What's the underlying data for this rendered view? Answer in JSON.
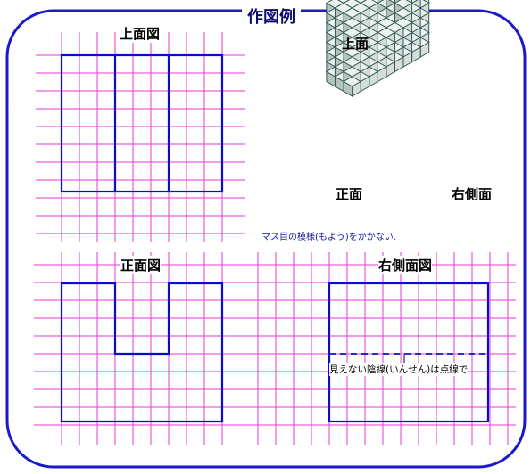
{
  "title": "作図例",
  "views": {
    "top": "上面図",
    "front": "正面図",
    "side": "右側面図"
  },
  "cube_labels": {
    "top": "上面",
    "front": "正面",
    "right_side": "右側面"
  },
  "notes": {
    "grid_note": "マス目の模様(もよう)をかかない.",
    "hidden_line_note": "見えない陰線(いんせん)は点線で"
  },
  "colors": {
    "frame": "#1a1acc",
    "grid": "#e83ad8",
    "outline": "#0b0bd0",
    "cube_face": "#d7ddd8",
    "cube_edge": "#2f5b58"
  }
}
